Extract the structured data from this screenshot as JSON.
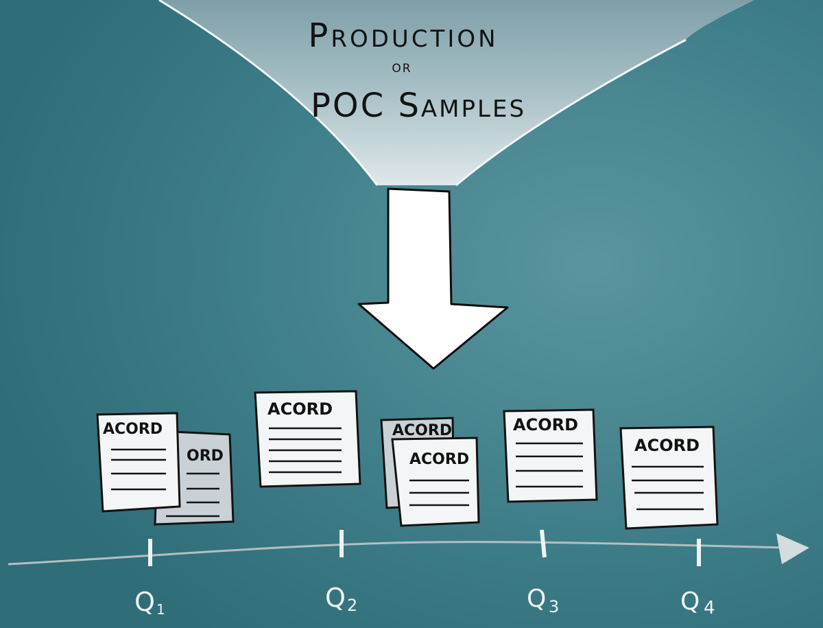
{
  "funnel": {
    "line1": "Production",
    "line2": "or",
    "line3": "POC Samples"
  },
  "documents": {
    "title": "ACORD",
    "partial_title": "ORD"
  },
  "timeline": {
    "q1": {
      "letter": "Q",
      "sub": "1"
    },
    "q2": {
      "letter": "Q",
      "sub": "2"
    },
    "q3": {
      "letter": "Q",
      "sub": "3"
    },
    "q4": {
      "letter": "Q",
      "sub": "4"
    }
  },
  "colors": {
    "background": "#3f7f89",
    "funnel": "#bfcfd4",
    "arrow": "#ffffff",
    "document": "#f4f5f6",
    "document_back": "#c9d1d6",
    "timeline": "#b3bfc3",
    "ink": "#121212"
  }
}
